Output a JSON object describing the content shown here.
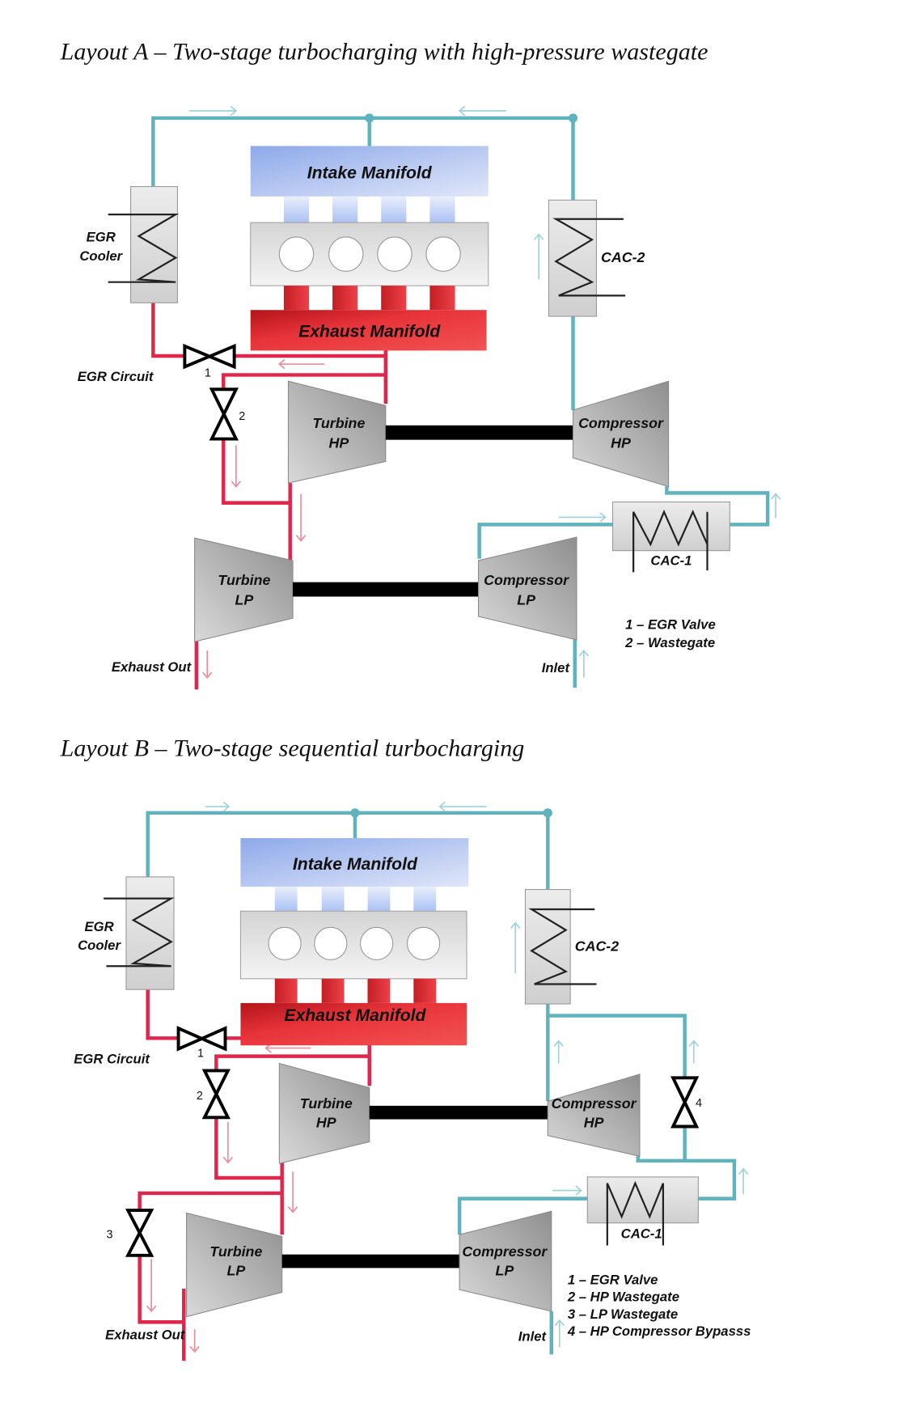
{
  "layout_a": {
    "title": "Layout A – Two-stage turbocharging with high-pressure wastegate",
    "intake_manifold": "Intake Manifold",
    "exhaust_manifold": "Exhaust Manifold",
    "egr_cooler": [
      "EGR",
      "Cooler"
    ],
    "egr_circuit": "EGR Circuit",
    "cac2": "CAC-2",
    "cac1": "CAC-1",
    "turbine_hp": [
      "Turbine",
      "HP"
    ],
    "compressor_hp": [
      "Compressor",
      "HP"
    ],
    "turbine_lp": [
      "Turbine",
      "LP"
    ],
    "compressor_lp": [
      "Compressor",
      "LP"
    ],
    "exhaust_out": "Exhaust Out",
    "inlet": "Inlet",
    "valve_numbers": [
      "1",
      "2"
    ],
    "legend": [
      "1 – EGR Valve",
      "2 – Wastegate"
    ]
  },
  "layout_b": {
    "title": "Layout B – Two-stage sequential turbocharging",
    "intake_manifold": "Intake Manifold",
    "exhaust_manifold": "Exhaust Manifold",
    "egr_cooler": [
      "EGR",
      "Cooler"
    ],
    "egr_circuit": "EGR Circuit",
    "cac2": "CAC-2",
    "cac1": "CAC-1",
    "turbine_hp": [
      "Turbine",
      "HP"
    ],
    "compressor_hp": [
      "Compressor",
      "HP"
    ],
    "turbine_lp": [
      "Turbine",
      "LP"
    ],
    "compressor_lp": [
      "Compressor",
      "LP"
    ],
    "exhaust_out": "Exhaust Out",
    "inlet": "Inlet",
    "valve_numbers": [
      "1",
      "2",
      "3",
      "4"
    ],
    "legend": [
      "1 – EGR Valve",
      "2 – HP Wastegate",
      "3 – LP Wastegate",
      "4 – HP Compressor Bypasss"
    ]
  },
  "colors": {
    "air_line": "#5fb3be",
    "exhaust_line": "#e0264a",
    "intake_manifold": "#a9bff0",
    "exhaust_manifold": "#e8333a"
  }
}
